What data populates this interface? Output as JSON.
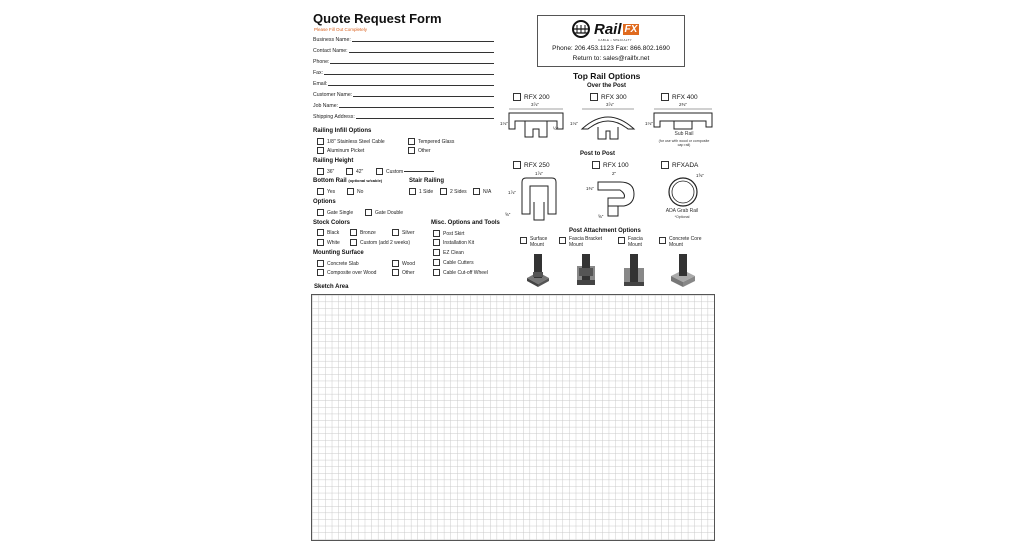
{
  "form": {
    "title": "Quote Request Form",
    "subtitle": "Please Fill Out Completely"
  },
  "fields": [
    "Business Name:",
    "Contact Name:",
    "Phone:",
    "Fax:",
    "Email:",
    "Customer Name:",
    "Job Name:",
    "Shipping Address:"
  ],
  "infill": {
    "heading": "Railing Infill Options",
    "options": [
      "1/8\" Stainless Steel Cable",
      "Tempered Glass",
      "Aluminum Picket",
      "Other"
    ]
  },
  "height": {
    "heading": "Railing Height",
    "options": [
      "36\"",
      "42\"",
      "Custom"
    ]
  },
  "bottom_rail": {
    "heading": "Bottom Rail",
    "heading_note": "(optional w/cable)",
    "options": [
      "Yes",
      "No"
    ]
  },
  "stair": {
    "heading": "Stair Railing",
    "options": [
      "1 Side",
      "2 Sides",
      "N/A"
    ]
  },
  "options": {
    "heading": "Options",
    "items": [
      "Gate Single",
      "Gate Double"
    ]
  },
  "colors": {
    "heading": "Stock Colors",
    "items": [
      "Black",
      "Bronze",
      "Silver",
      "White",
      "Custom (add 2 weeks)"
    ]
  },
  "mounting": {
    "heading": "Mounting Surface",
    "items": [
      "Concrete Slab",
      "Wood",
      "Composite over Wood",
      "Other"
    ]
  },
  "misc": {
    "heading": "Misc. Options and Tools",
    "items": [
      "Post Skirt",
      "Installation Kit",
      "EZ Clean",
      "Cable Cutters",
      "Cable Cut-off Wheel"
    ]
  },
  "company": {
    "brand": "Rail",
    "brand_fx": "FX",
    "tagline": "CABLE • SPECIALTY",
    "phone": "Phone: 206.453.1123  Fax: 866.802.1690",
    "return": "Return to: sales@railfx.net"
  },
  "top_rail": {
    "heading": "Top Rail Options",
    "over_post": "Over the Post",
    "post_to_post": "Post to Post",
    "rails": [
      "RFX 200",
      "RFX 300",
      "RFX 400",
      "RFX 250",
      "RFX 100",
      "RFXADA"
    ],
    "dims": {
      "rfx200_w": "3⅞\"",
      "rfx200_h": "1⅛\"",
      "rfx200_side": "½\"",
      "rfx300_w": "3⅞\"",
      "rfx300_h": "1⅛\"",
      "rfx400_w": "2⅜\"",
      "rfx400_h": "1⅛\"",
      "rfx250_w": "1⅞\"",
      "rfx250_h": "1⅞\"",
      "rfx250_b": "⅝\"",
      "rfx100_w": "2\"",
      "rfx100_h": "1⅜\"",
      "rfx100_b": "⅝\"",
      "ada_d": "1⅝\""
    },
    "sub_rail": "Sub Rail",
    "sub_rail_note": "(for use with wood or composite cap rail)",
    "ada_label": "ADA Grab Rail",
    "ada_note": "*Optional"
  },
  "attachment": {
    "heading": "Post Attachment Options",
    "items": [
      "Surface Mount",
      "Fascia Bracket Mount",
      "Fascia Mount",
      "Concrete Core Mount"
    ]
  },
  "sketch": {
    "heading": "Sketch Area"
  }
}
